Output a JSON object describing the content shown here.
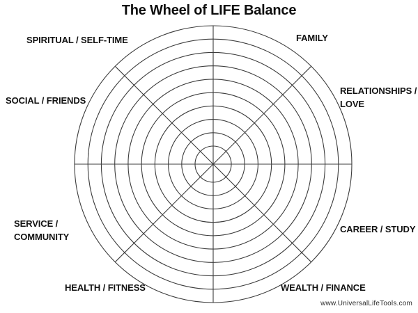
{
  "page": {
    "title": "The Wheel of LIFE Balance",
    "footer": "www.UniversalLifeTools.com"
  },
  "wheel": {
    "rings": 10,
    "sectors": 8,
    "inner_radius": 26,
    "outer_radius": 199,
    "line_color": "#3c3c3c"
  },
  "labels": {
    "spiritual": "SPIRITUAL / SELF-TIME",
    "family": "FAMILY",
    "relationships": {
      "line1": "RELATIONSHIPS /",
      "line2": "LOVE"
    },
    "social": "SOCIAL / FRIENDS",
    "service": {
      "line1": "SERVICE /",
      "line2": "COMMUNITY"
    },
    "career": "CAREER / STUDY",
    "health": "HEALTH / FITNESS",
    "wealth": "WEALTH / FINANCE"
  }
}
